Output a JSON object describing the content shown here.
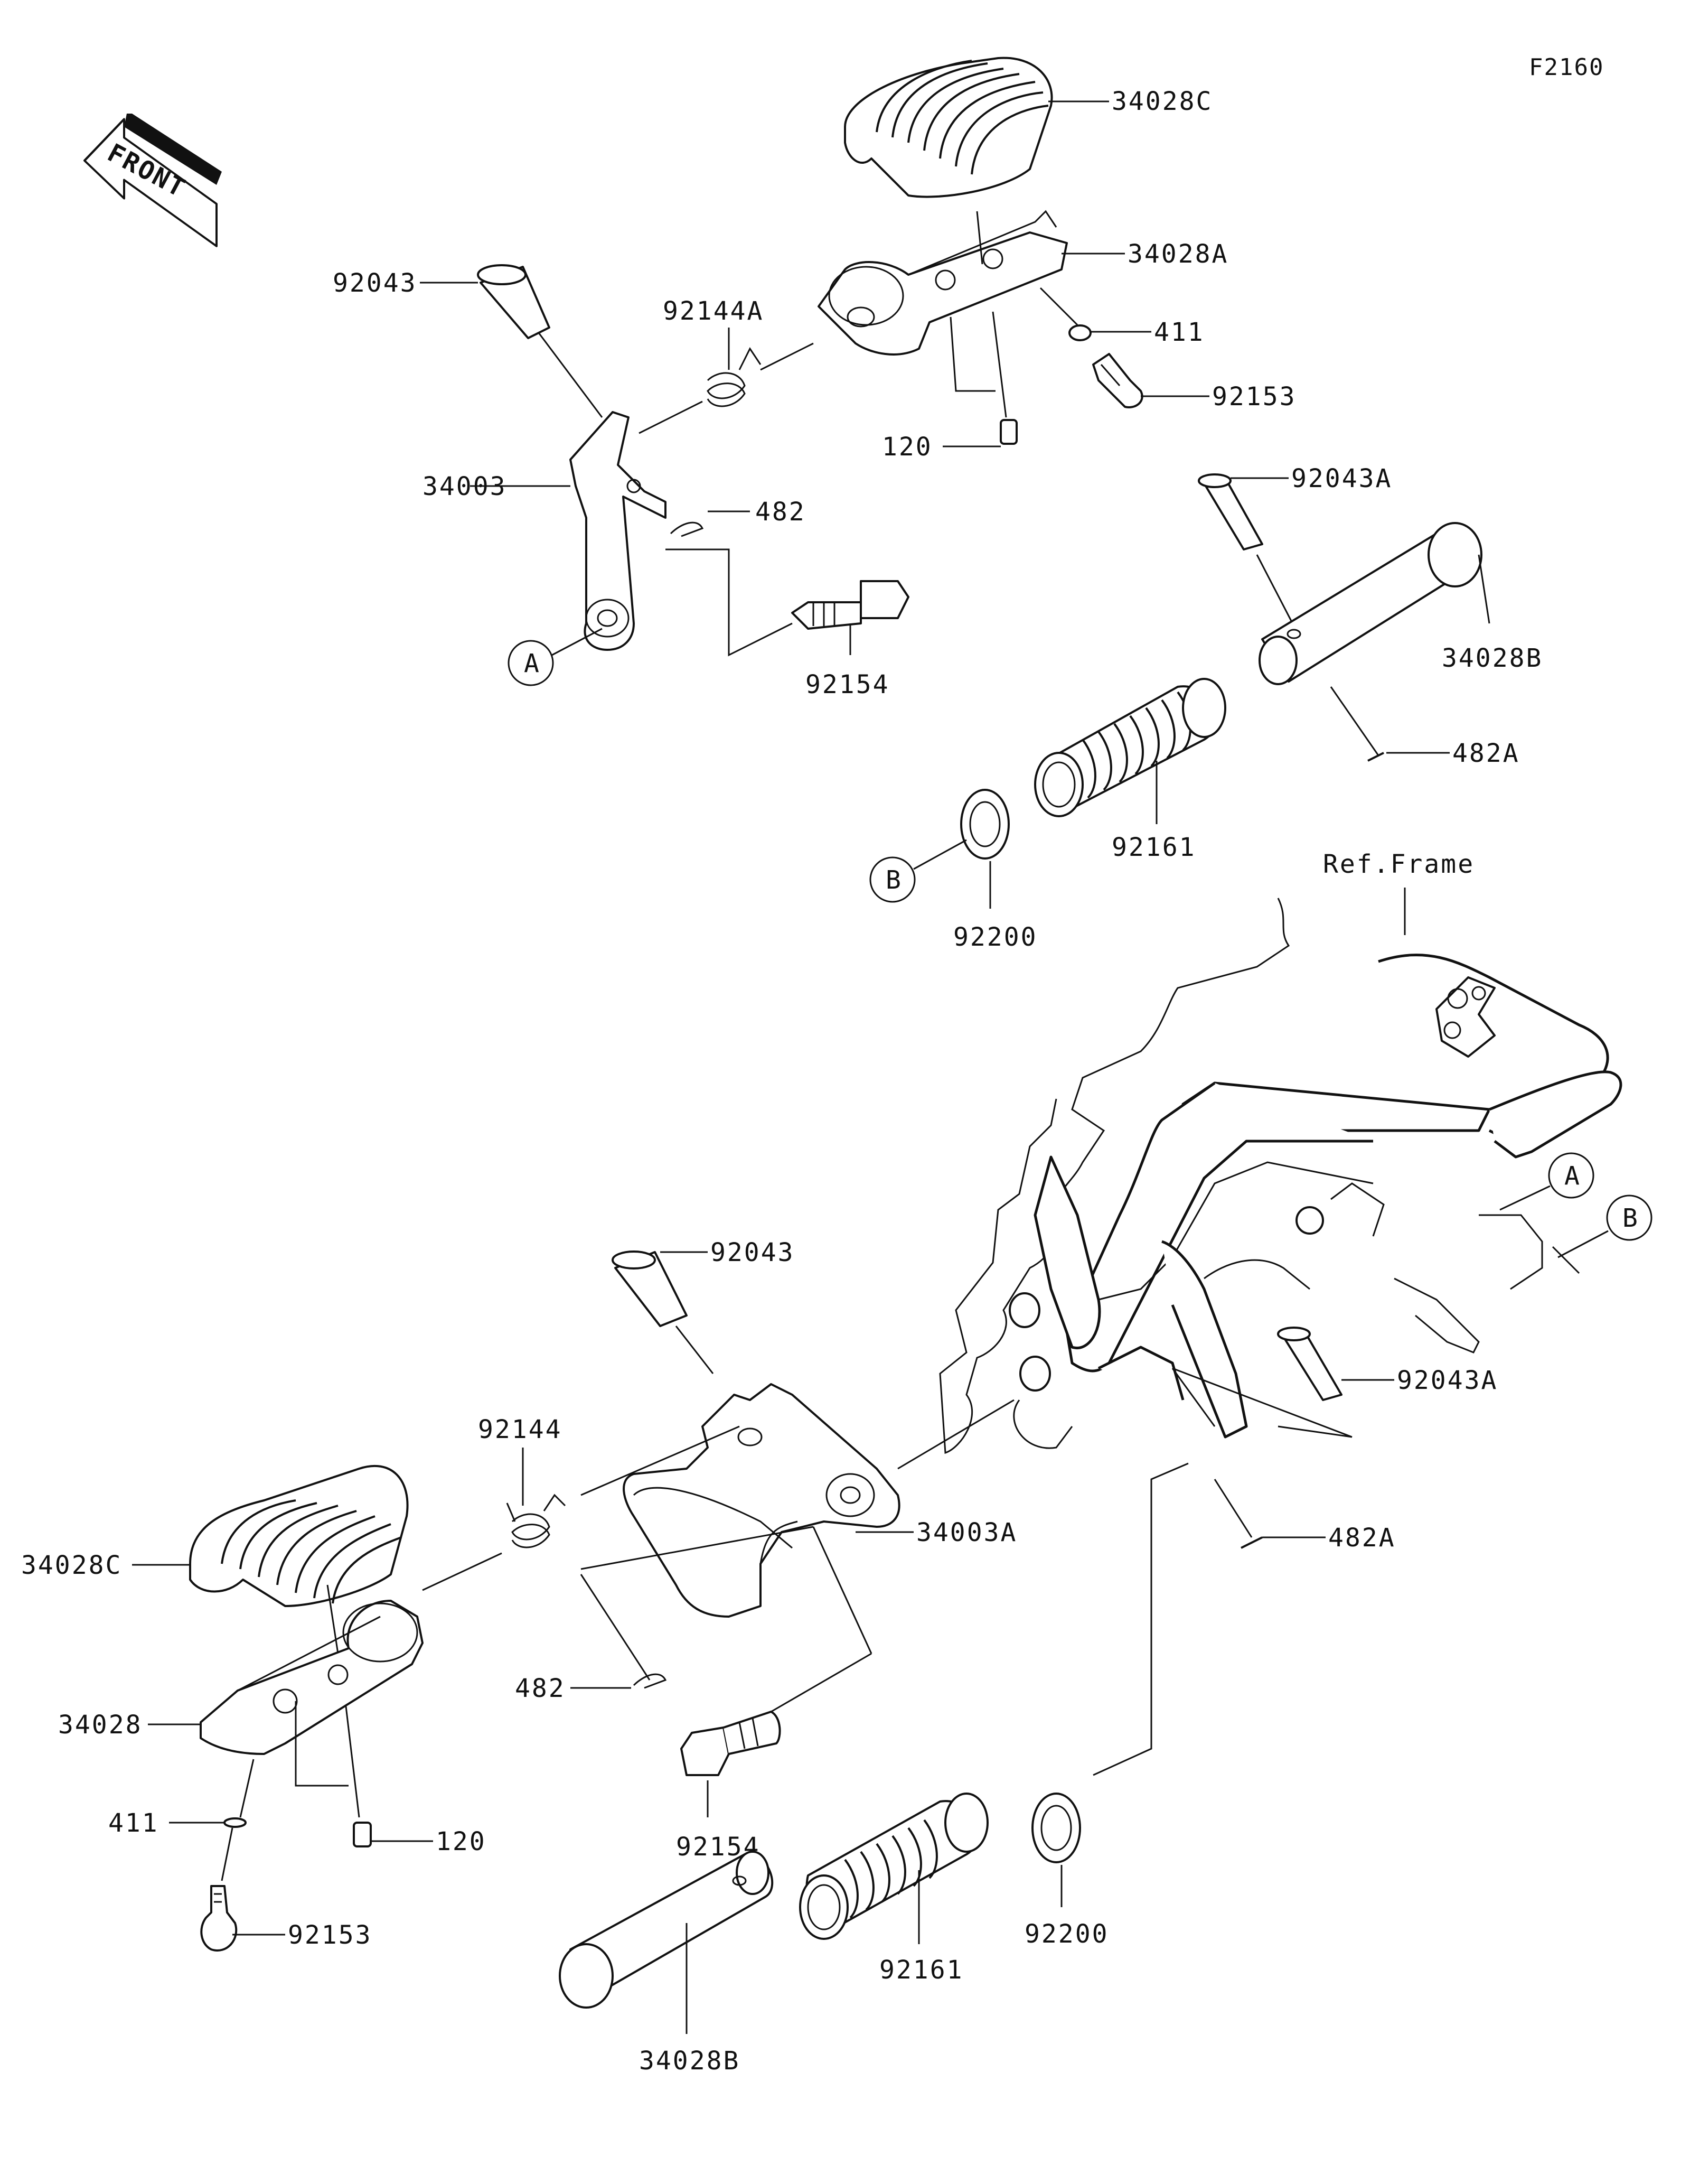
{
  "diagram_code": "F2160",
  "front_arrow_text": "FRONT",
  "labels": {
    "l_34028C_top": "34028C",
    "l_34028A": "34028A",
    "l_411_top": "411",
    "l_92153_top": "92153",
    "l_92043_top": "92043",
    "l_92144A": "92144A",
    "l_120_top": "120",
    "l_34003": "34003",
    "l_482_top": "482",
    "l_92154_top": "92154",
    "l_92043A_top": "92043A",
    "l_34028B_top": "34028B",
    "l_482A_top": "482A",
    "l_92161_top": "92161",
    "l_92200_top": "92200",
    "l_ref_frame": "Ref.Frame",
    "l_92043_bot": "92043",
    "l_92144": "92144",
    "l_34003A": "34003A",
    "l_34028C_bot": "34028C",
    "l_34028_bot": "34028",
    "l_482_bot": "482",
    "l_411_bot": "411",
    "l_120_bot": "120",
    "l_92153_bot": "92153",
    "l_92154_bot": "92154",
    "l_92161_bot": "92161",
    "l_92200_bot": "92200",
    "l_34028B_bot": "34028B",
    "l_92043A_bot": "92043A",
    "l_482A_bot": "482A"
  },
  "reference_markers": {
    "a_top": "A",
    "b_top": "B",
    "a_frame": "A",
    "b_frame": "B"
  }
}
